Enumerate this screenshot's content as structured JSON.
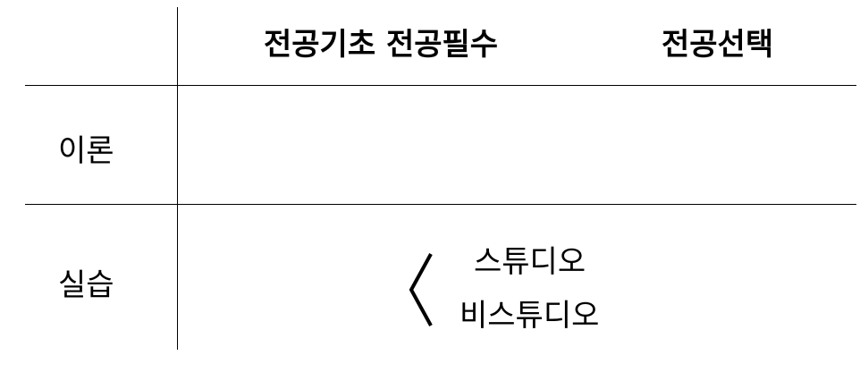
{
  "columns": {
    "basic_required": "전공기초 전공필수",
    "elective": "전공선택"
  },
  "rows": {
    "theory": "이론",
    "practice": "실습"
  },
  "practice_cell": {
    "line_1": "스튜디오",
    "line_2": "비스튜디오"
  }
}
